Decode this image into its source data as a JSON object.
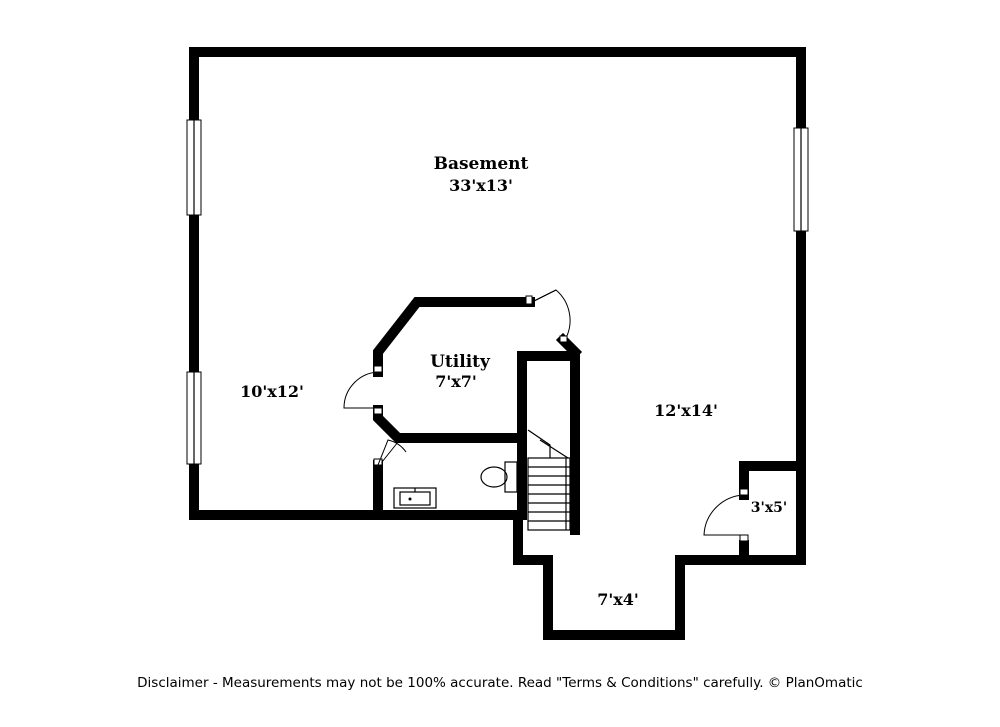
{
  "rooms": {
    "basement": {
      "label": "Basement",
      "dims": "33'x13'"
    },
    "left_area": {
      "dims": "10'x12'"
    },
    "utility": {
      "label": "Utility",
      "dims": "7'x7'"
    },
    "right_area": {
      "dims": "12'x14'"
    },
    "closet": {
      "dims": "3'x5'"
    },
    "alcove": {
      "dims": "7'x4'"
    }
  },
  "disclaimer": "Disclaimer - Measurements may not be 100% accurate. Read \"Terms & Conditions\" carefully. © PlanOmatic"
}
